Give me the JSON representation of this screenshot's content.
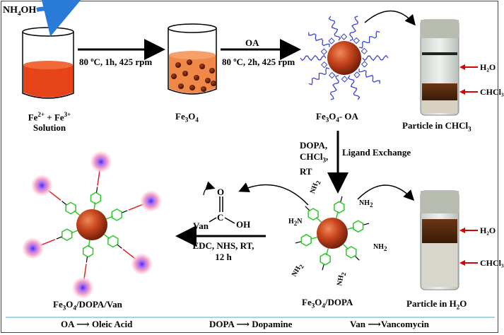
{
  "reagents": {
    "base": "NH",
    "base_sub": "4",
    "base_tail": "OH",
    "iron_solution_line1_a": "Fe",
    "iron_solution_line1_b": "2+",
    "iron_solution_line1_c": " + Fe",
    "iron_solution_line1_d": "3+",
    "iron_solution_line2": "Solution"
  },
  "step1": {
    "condition": "80 ºC, 1h, 425 rpm"
  },
  "product1": {
    "a": "Fe",
    "b": "3",
    "c": "O",
    "d": "4"
  },
  "step2": {
    "reagent": "OA",
    "condition": "80 ºC, 2h, 425 rpm"
  },
  "product2": {
    "a": "Fe",
    "b": "3",
    "c": "O",
    "d": "4",
    "e": "- OA"
  },
  "vial1": {
    "label_a": "Particle in CHCl",
    "label_b": "3",
    "upper_phase": "H₂O",
    "lower_phase": "CHCl₃"
  },
  "step3": {
    "reagent1": "DOPA,",
    "reagent2": "CHCl",
    "reagent2_sub": "3",
    "reagent2_tail": ",",
    "reagent3": "RT",
    "name": "Ligand Exchange"
  },
  "product3": {
    "a": "Fe",
    "b": "3",
    "c": "O",
    "d": "4",
    "e": "/DOPA"
  },
  "vial2": {
    "label_a": "Particle in H",
    "label_b": "2",
    "label_c": "O",
    "upper_phase": "H₂O",
    "lower_phase": "CHCl₃"
  },
  "step4": {
    "reagent": "Van",
    "conditions1": "EDC, NHS, RT,",
    "conditions2": "12 h",
    "acid_o": "O",
    "acid_c": "C",
    "acid_oh": "OH"
  },
  "product4": {
    "a": "Fe",
    "b": "3",
    "c": "O",
    "d": "4",
    "e": "/DOPA/Van"
  },
  "amine_labels": {
    "nh2": "NH",
    "sub": "2",
    "h2n": "H",
    "h2n_tail": "N"
  },
  "footer": {
    "oa_abbr": "OA",
    "oa_full": "Oleic Acid",
    "dopa_abbr": "DOPA",
    "dopa_full": "Dopamine",
    "van_abbr": "Van",
    "van_full": "Vancomycin"
  },
  "colors": {
    "orange": "#e8501a",
    "sphere": "#c8461e",
    "chain": "#3c44d8",
    "ligand": "#2cc82c",
    "glow": "#f0a0b8",
    "glow_core": "#7a3cf0",
    "linker": "#e02020",
    "accent_blue": "#2a7ad8",
    "footer_line": "#9fd6e6"
  }
}
